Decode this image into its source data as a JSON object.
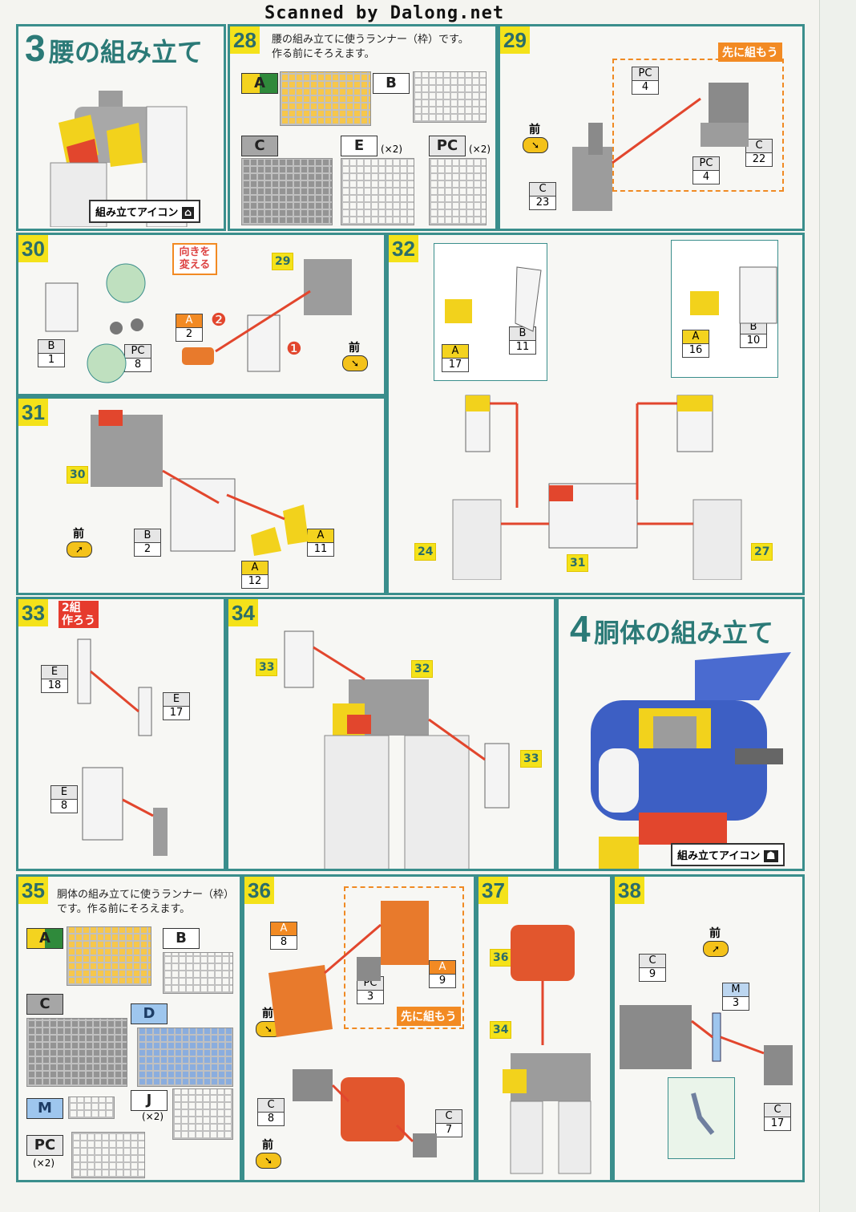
{
  "header": {
    "scan_credit": "Scanned by Dalong.net"
  },
  "section3": {
    "number": "3",
    "title": "腰の組み立て",
    "icon_label": "組み立てアイコン"
  },
  "section4": {
    "number": "4",
    "title": "胴体の組み立て",
    "icon_label": "組み立てアイコン"
  },
  "step28": {
    "num": "28",
    "note_line1": "腰の組み立てに使うランナー（枠）です。",
    "note_line2": "作る前にそろえます。",
    "runners": [
      {
        "label": "A"
      },
      {
        "label": "B"
      },
      {
        "label": "C"
      },
      {
        "label": "E",
        "mult": "(×2)"
      },
      {
        "label": "PC",
        "mult": "(×2)"
      }
    ]
  },
  "step29": {
    "num": "29",
    "pre_label": "先に組もう",
    "front": "前",
    "tags": [
      {
        "runner": "PC",
        "num": "4"
      },
      {
        "runner": "PC",
        "num": "4"
      },
      {
        "runner": "C",
        "num": "22"
      },
      {
        "runner": "C",
        "num": "23"
      }
    ]
  },
  "step30": {
    "num": "30",
    "ref": "29",
    "dir_note": "向きを変える",
    "front": "前",
    "tags": [
      {
        "runner": "B",
        "num": "1"
      },
      {
        "runner": "PC",
        "num": "8"
      },
      {
        "runner": "A",
        "num": "2"
      }
    ],
    "order1": "❶",
    "order2": "❷"
  },
  "step31": {
    "num": "31",
    "ref": "30",
    "front": "前",
    "tags": [
      {
        "runner": "B",
        "num": "2"
      },
      {
        "runner": "A",
        "num": "11"
      },
      {
        "runner": "A",
        "num": "12"
      }
    ]
  },
  "step32": {
    "num": "32",
    "tags": [
      {
        "runner": "A",
        "num": "17"
      },
      {
        "runner": "B",
        "num": "11"
      },
      {
        "runner": "A",
        "num": "16"
      },
      {
        "runner": "B",
        "num": "10"
      }
    ],
    "refs": [
      "24",
      "31",
      "27"
    ]
  },
  "step33": {
    "num": "33",
    "badge_line1": "2組",
    "badge_line2": "作ろう",
    "tags": [
      {
        "runner": "E",
        "num": "18"
      },
      {
        "runner": "E",
        "num": "17"
      },
      {
        "runner": "E",
        "num": "8"
      }
    ]
  },
  "step34": {
    "num": "34",
    "refs": [
      "33",
      "32",
      "33"
    ]
  },
  "step35": {
    "num": "35",
    "note_line1": "胴体の組み立てに使うランナー（枠）",
    "note_line2": "です。作る前にそろえます。",
    "runners": [
      {
        "label": "A"
      },
      {
        "label": "B"
      },
      {
        "label": "C"
      },
      {
        "label": "D"
      },
      {
        "label": "M"
      },
      {
        "label": "J",
        "mult": "(×2)"
      },
      {
        "label": "PC",
        "mult": "(×2)"
      }
    ]
  },
  "step36": {
    "num": "36",
    "pre_label": "先に組もう",
    "front": "前",
    "tags": [
      {
        "runner": "A",
        "num": "8"
      },
      {
        "runner": "PC",
        "num": "3"
      },
      {
        "runner": "A",
        "num": "9"
      },
      {
        "runner": "C",
        "num": "8"
      },
      {
        "runner": "C",
        "num": "7"
      }
    ]
  },
  "step37": {
    "num": "37",
    "refs": [
      "36",
      "34"
    ]
  },
  "step38": {
    "num": "38",
    "front": "前",
    "tags": [
      {
        "runner": "C",
        "num": "9"
      },
      {
        "runner": "M",
        "num": "3"
      },
      {
        "runner": "C",
        "num": "17"
      }
    ]
  },
  "colors": {
    "teal_border": "#3a8e8c",
    "step_yellow": "#f4e21a",
    "arrow_red": "#e2462d",
    "part_orange": "#f28a23",
    "part_blue": "#3d5fc4"
  }
}
